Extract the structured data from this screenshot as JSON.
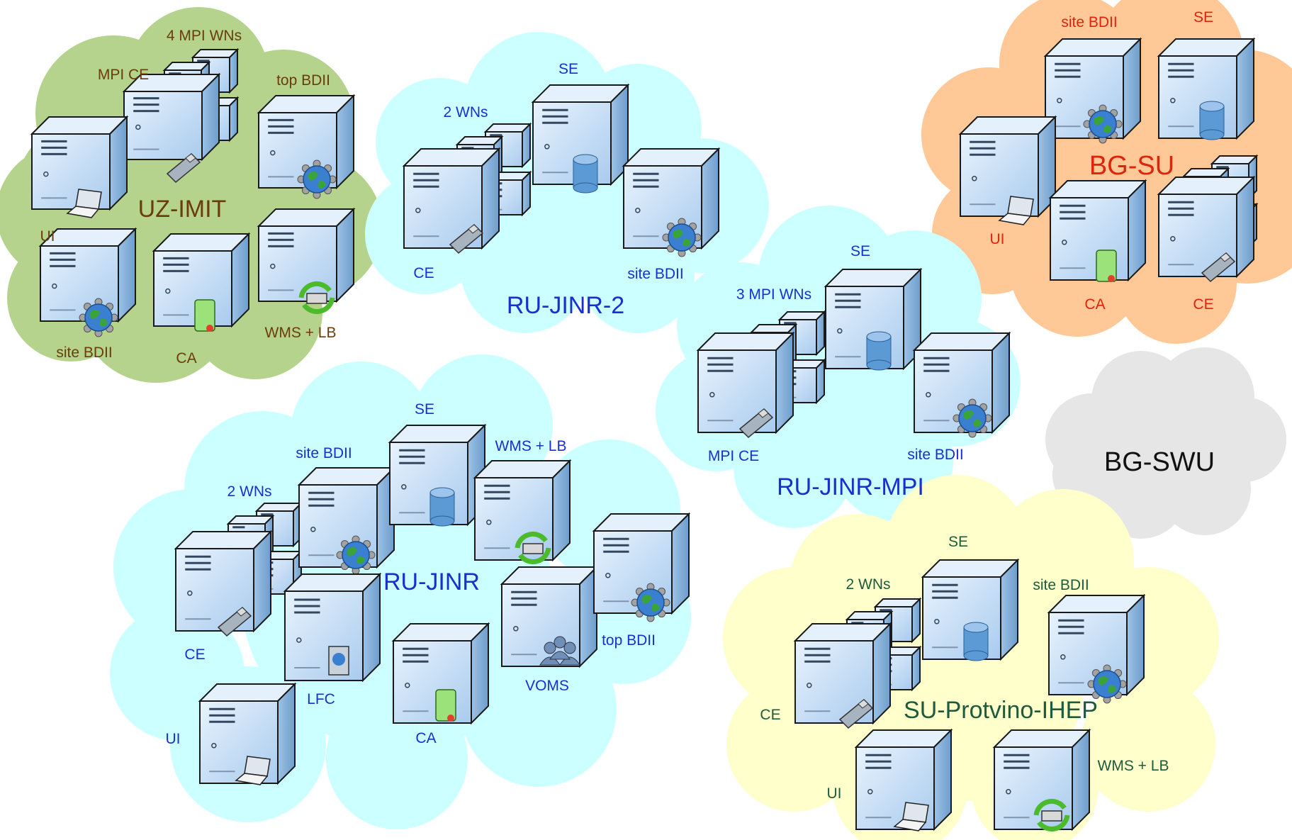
{
  "clouds": [
    {
      "id": "uz-imit",
      "name": "UZ-IMIT",
      "fill": "#b5d38d",
      "text_color": "#6b3c0b",
      "labels": {
        "wns": "4 MPI WNs",
        "ce": "MPI CE",
        "topbdii": "top BDII",
        "ui": "UI",
        "sitebdii": "site BDII",
        "ca": "CA",
        "wms": "WMS + LB"
      }
    },
    {
      "id": "ru-jinr-2",
      "name": "RU-JINR-2",
      "fill": "#ccffff",
      "text_color": "#1a2fd0",
      "labels": {
        "se": "SE",
        "wns": "2 WNs",
        "ce": "CE",
        "sitebdii": "site BDII"
      }
    },
    {
      "id": "bg-su",
      "name": "BG-SU",
      "fill": "#ffc896",
      "text_color": "#e0230d",
      "labels": {
        "sitebdii": "site BDII",
        "se": "SE",
        "ui": "UI",
        "ca": "CA",
        "ce": "CE"
      }
    },
    {
      "id": "ru-jinr-mpi",
      "name": "RU-JINR-MPI",
      "fill": "#ccffff",
      "text_color": "#1a2fd0",
      "labels": {
        "se": "SE",
        "wns": "3 MPI WNs",
        "ce": "MPI CE",
        "sitebdii": "site BDII"
      }
    },
    {
      "id": "ru-jinr",
      "name": "RU-JINR",
      "fill": "#ccffff",
      "text_color": "#1a2fd0",
      "labels": {
        "se": "SE",
        "sitebdii": "site BDII",
        "wms": "WMS + LB",
        "wns": "2 WNs",
        "ce": "CE",
        "lfc": "LFC",
        "voms": "VOMS",
        "topbdii": "top BDII",
        "ui": "UI",
        "ca": "CA"
      }
    },
    {
      "id": "bg-swu",
      "name": "BG-SWU",
      "fill": "#e6e6e6",
      "text_color": "#111111",
      "labels": {}
    },
    {
      "id": "su-protvino-ihep",
      "name": "SU-Protvino-IHEP",
      "fill": "#ffffcc",
      "text_color": "#1e5a3c",
      "labels": {
        "se": "SE",
        "wns": "2 WNs",
        "sitebdii": "site BDII",
        "ce": "CE",
        "ui": "UI",
        "wms": "WMS + LB"
      }
    }
  ],
  "colors": {
    "server_front": "#bcd8f4",
    "server_side": "#8fb6de",
    "server_top": "#e4f1fc",
    "outline": "#1a1a1a",
    "disk": "#5c9ad6",
    "globe": "#3b7fd0",
    "land": "#3aa33a",
    "scroll": "#9be27a",
    "recycle": "#4cbb2b"
  }
}
